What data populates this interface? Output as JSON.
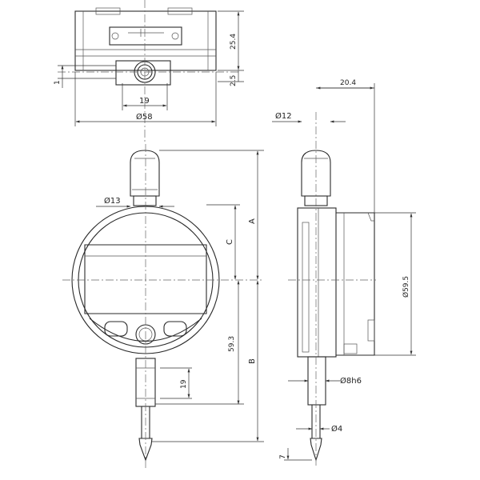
{
  "dimensions": {
    "top_width": "Ø58",
    "top_depth": "25.4",
    "top_offset": "2.5",
    "top_small": "1",
    "mount_width": "19",
    "side_depth": "20.4",
    "stem_dia": "Ø12",
    "cap_dia": "Ø13",
    "dial_dia": "Ø59.5",
    "spindle_dia": "Ø8h6",
    "tip_dia": "Ø4",
    "overall_height": "59.3",
    "travel": "19",
    "dim_a": "A",
    "dim_b": "B",
    "dim_c": "C",
    "tip_len": "7"
  }
}
